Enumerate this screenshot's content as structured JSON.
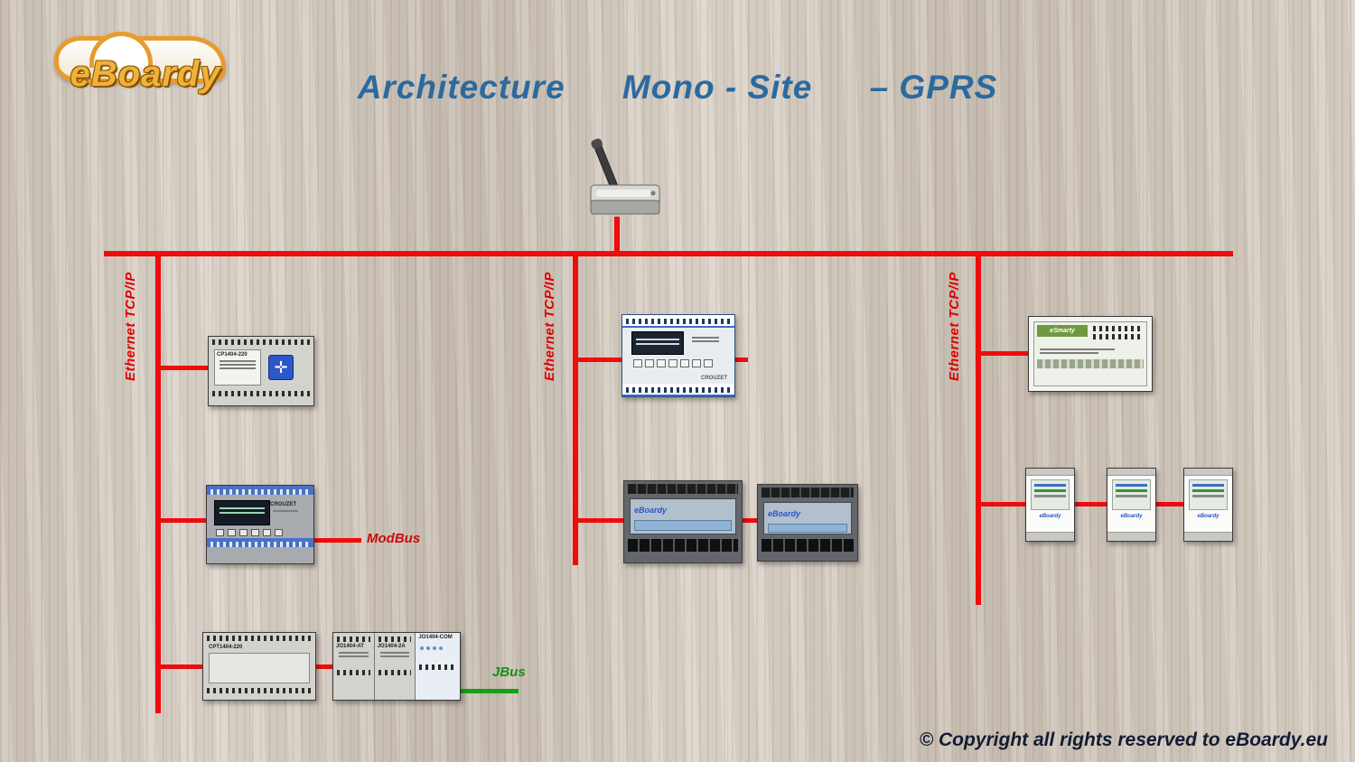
{
  "title_parts": [
    "Architecture",
    "Mono - Site",
    "– GPRS"
  ],
  "logo": {
    "text": "eBoardy"
  },
  "ethernet_label": "Ethernet TCP/IP",
  "modbus_label": "ModBus",
  "jbus_label": "JBus",
  "copyright": "© Copyright all rights reserved to eBoardy.eu",
  "colors": {
    "bus_line": "#ef0c0c",
    "jbus_line": "#17a017",
    "title_blue": "#2b6a9f",
    "logo_gold": "#f2b13a",
    "ethernet_label_red": "#e00000"
  },
  "devices": {
    "left_top": {
      "model": "CP1404-220"
    },
    "left_mid": {
      "brand": "CROUZET"
    },
    "left_bottom": {
      "model": "CPT1404-220",
      "modules": [
        "JO1404-AT",
        "JO1404-2A",
        "JO1404-COM"
      ]
    },
    "mid_top": {
      "brand": "CROUZET"
    },
    "mid_meter_1": {
      "brand": "eBoardy"
    },
    "mid_meter_2": {
      "brand": "eBoardy"
    },
    "right_top": {
      "brand": "eSmarty"
    },
    "right_meters": [
      {
        "brand": "eBoardy"
      },
      {
        "brand": "eBoardy"
      },
      {
        "brand": "eBoardy"
      }
    ]
  }
}
